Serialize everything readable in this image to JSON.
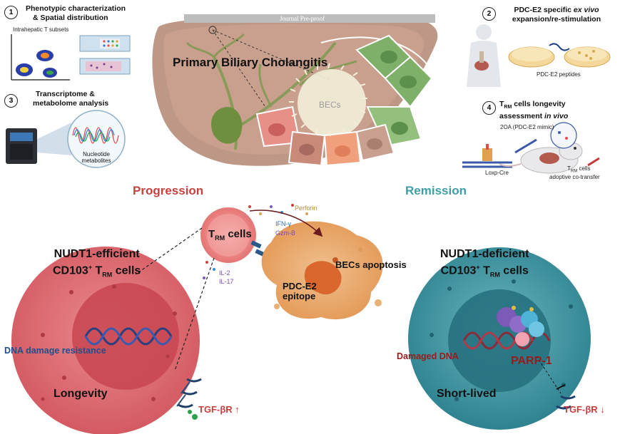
{
  "watermark": "Journal Pre-proof",
  "panels": {
    "p1": {
      "num": "1",
      "line1": "Phenotypic characterization",
      "line2": "& Spatial distribution",
      "sublabel": "Intrahepatic T subsets"
    },
    "p3": {
      "num": "3",
      "line1": "Transcriptome &",
      "line2": "metabolome analysis",
      "lens_line1": "Nucleotide",
      "lens_line2": "metabolites"
    },
    "p2": {
      "num": "2",
      "line1_pre": "PDC-E2 specific ",
      "line1_em": "ex vivo",
      "line2": "expansion/re-stimulation",
      "dish_label": "PDC-E2 peptides"
    },
    "p4": {
      "num": "4",
      "trm_T": "T",
      "trm_sub": "RM",
      "line1_rest": " cells longevity",
      "line2_pre": "assessment ",
      "line2_em": "in vivo",
      "mimic": "2OA (PDC-E2 mimic)",
      "loxp": "Loxp-Cre",
      "transfer_T": "T",
      "transfer_sub": "RM",
      "transfer_rest": " cells",
      "transfer_line2": "adoptive  co-transfer"
    }
  },
  "liver": {
    "title": "Primary Biliary Cholangitis",
    "becs": "BECs"
  },
  "center": {
    "progression": "Progression",
    "remission": "Remission",
    "trm_T": "T",
    "trm_sub": "RM",
    "trm_rest": " cells",
    "perforin": "Perforin",
    "ifng": "IFN-γ",
    "gzmb": "Gzm-B",
    "il2": "IL-2",
    "il17": "IL-17",
    "epitope_line1": "PDC-E2",
    "epitope_line2": "epitope",
    "apoptosis": "BECs apoptosis"
  },
  "left_cell": {
    "line1": "NUDT1-efficient",
    "line2_pre": "CD103",
    "line2_sup": "+",
    "line2_T": " T",
    "line2_sub": "RM",
    "line2_rest": " cells",
    "dna": "DNA damage resistance",
    "fate": "Longevity",
    "receptor": "TGF-βR ↑"
  },
  "right_cell": {
    "line1": "NUDT1-deficient",
    "line2_pre": "CD103",
    "line2_sup": "+",
    "line2_T": " T",
    "line2_sub": "RM",
    "line2_rest": " cells",
    "dna": "Damaged DNA",
    "parp": "PARP-1",
    "fate": "Short-lived",
    "receptor": "TGF-βR ↓"
  },
  "colors": {
    "progression": "#c9403d",
    "remission": "#3e9ea7",
    "left_cell": "#d9646a",
    "right_cell": "#3e8e9c",
    "dna_text": "#1f4e8c",
    "damage_text": "#9a1b1b"
  }
}
